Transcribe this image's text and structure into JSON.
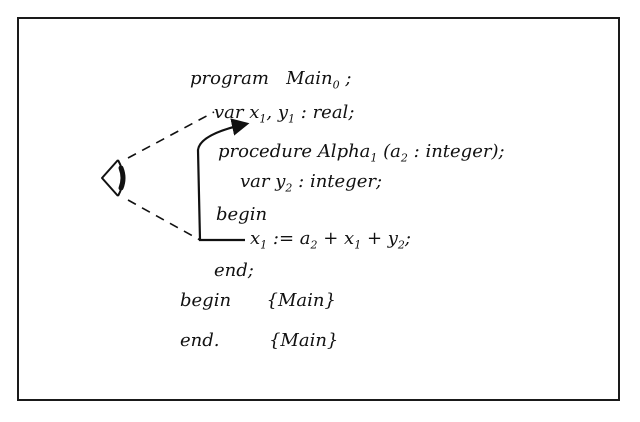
{
  "program": {
    "keyword": "program",
    "name": "Main",
    "sub": "0",
    "end": ";"
  },
  "var_decl": {
    "keyword": "var",
    "x": "x",
    "x_sub": "1",
    "sep": ",",
    "y": "y",
    "y_sub": "1",
    "type": ": real;"
  },
  "procedure": {
    "keyword": "procedure",
    "name": "Alpha",
    "sub": "1",
    "param_open": "(a",
    "param_sub": "2",
    "param_rest": ": integer);"
  },
  "local_var": {
    "keyword": "var",
    "y": "y",
    "y_sub": "2",
    "type": ": integer;"
  },
  "begin_inner": "begin",
  "assign": {
    "lhs": "x",
    "lhs_sub": "1",
    "op": ":= a",
    "a_sub": "2",
    "plus1": "+ x",
    "x_sub": "1",
    "plus2": "+ y",
    "y_sub": "2",
    "end": ";"
  },
  "end_inner": "end;",
  "begin_main": {
    "keyword": "begin",
    "comment": "{Main}"
  },
  "end_main": {
    "keyword": "end.",
    "comment": "{Main}"
  }
}
